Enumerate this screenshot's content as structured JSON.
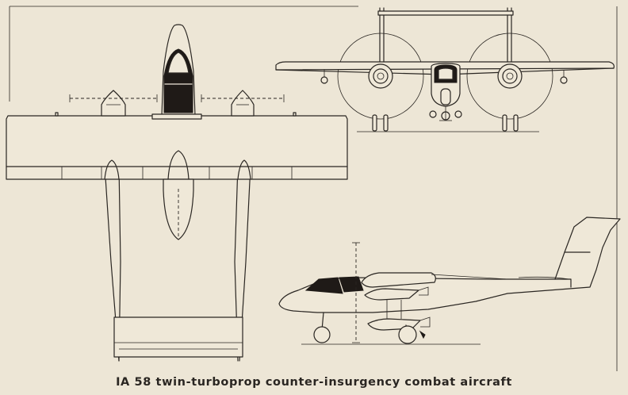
{
  "caption": "IA 58 twin-turboprop counter-insurgency combat aircraft",
  "views": [
    {
      "id": "plan-view",
      "label": ""
    },
    {
      "id": "front-view",
      "label": ""
    },
    {
      "id": "side-view",
      "label": ""
    }
  ],
  "colors": {
    "paper": "#ede6d6",
    "ink": "#2a2622",
    "canopy": "#1f1a17"
  }
}
